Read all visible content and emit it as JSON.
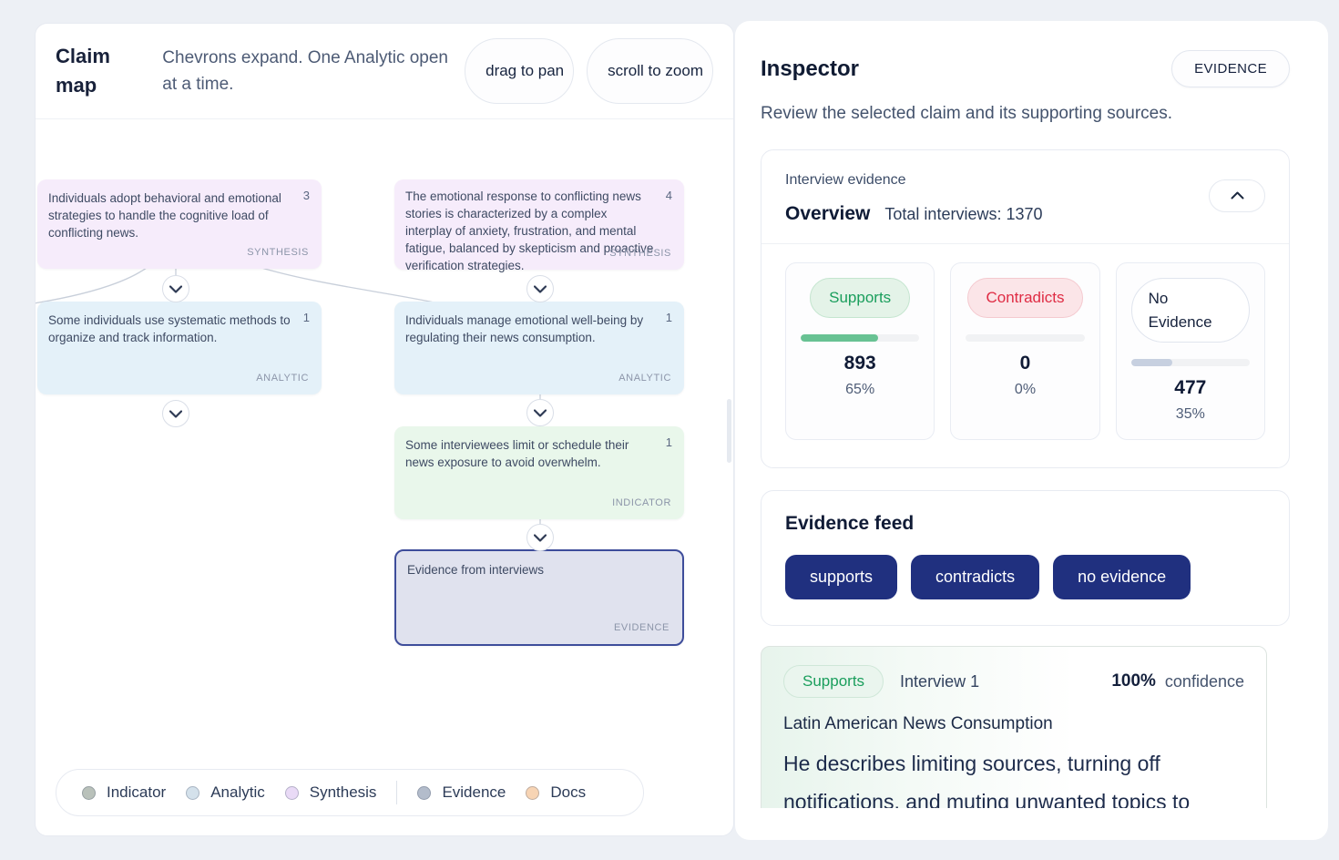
{
  "claim_map": {
    "title": "Claim map",
    "subtitle": "Chevrons expand. One Analytic open at a time.",
    "hints": [
      {
        "label": "drag to pan"
      },
      {
        "label": "scroll to zoom"
      }
    ],
    "nodes": [
      {
        "text": "Individuals adopt behavioral and emotional strategies to handle the cognitive load of conflicting news.",
        "badge": "3",
        "type": "SYNTHESIS"
      },
      {
        "text": "The emotional response to conflicting news stories is characterized by a complex interplay of anxiety, frustration, and mental fatigue, balanced by skepticism and proactive verification strategies.",
        "badge": "4",
        "type": "SYNTHESIS"
      },
      {
        "text": "Some individuals use systematic methods to organize and track information.",
        "badge": "1",
        "type": "ANALYTIC"
      },
      {
        "text": "Individuals manage emotional well-being by regulating their news consumption.",
        "badge": "1",
        "type": "ANALYTIC"
      },
      {
        "text": "Some interviewees limit or schedule their news exposure to avoid overwhelm.",
        "badge": "1",
        "type": "INDICATOR"
      },
      {
        "text": "Evidence from interviews",
        "badge": "",
        "type": "EVIDENCE"
      }
    ],
    "legend": [
      {
        "label": "Indicator",
        "color": "#b9c1ba"
      },
      {
        "label": "Analytic",
        "color": "#d4e1eb"
      },
      {
        "label": "Synthesis",
        "color": "#e9daf6"
      },
      {
        "label": "Evidence",
        "color": "#b3bccb"
      },
      {
        "label": "Docs",
        "color": "#f7d4b4"
      }
    ]
  },
  "inspector": {
    "title": "Inspector",
    "badge": "EVIDENCE",
    "subtitle": "Review the selected claim and its supporting sources.",
    "interview_evidence": {
      "label": "Interview evidence",
      "heading": "Overview",
      "total": "Total interviews: 1370",
      "stats": [
        {
          "label": "Supports",
          "value": "893",
          "pct": "65%",
          "fill": "#68c293"
        },
        {
          "label": "Contradicts",
          "value": "0",
          "pct": "0%",
          "fill": "#e25563"
        },
        {
          "label": "No Evidence",
          "value": "477",
          "pct": "35%",
          "fill": "#c7d0e0"
        }
      ]
    },
    "evidence_feed": {
      "heading": "Evidence feed",
      "filters": [
        {
          "label": "supports"
        },
        {
          "label": "contradicts"
        },
        {
          "label": "no evidence"
        }
      ],
      "items": [
        {
          "tag": "Supports",
          "source": "Interview 1",
          "confidence": "100%",
          "confidence_label": "confidence",
          "title": "Latin American News Consumption",
          "quote": "He describes limiting sources, turning off notifications, and muting unwanted topics to"
        }
      ]
    },
    "colors": {
      "accent_navy": "#20307f",
      "supports_green": "#1a9e5c",
      "contradicts_red": "#df2c44",
      "evidence_border": "#3e4d9b"
    }
  }
}
